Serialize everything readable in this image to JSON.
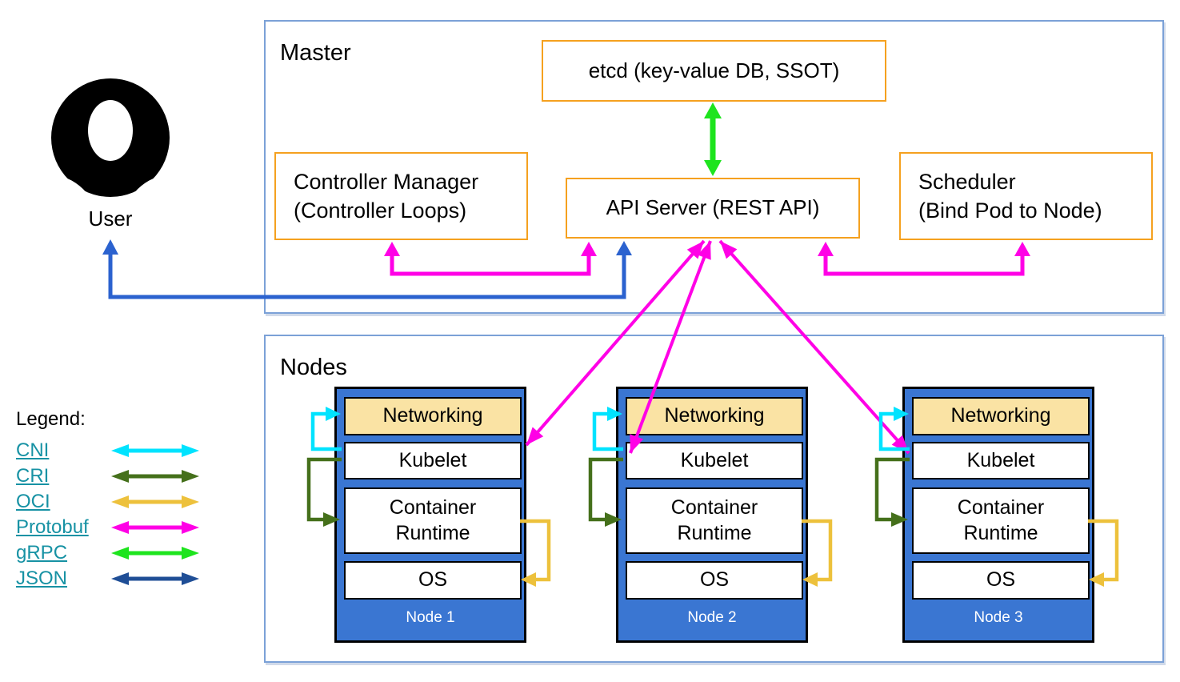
{
  "user": {
    "label": "User"
  },
  "master": {
    "title": "Master",
    "etcd_label": "etcd (key-value DB, SSOT)",
    "api_server_label": "API Server (REST API)",
    "controller_manager": {
      "line1": "Controller Manager",
      "line2": "(Controller Loops)"
    },
    "scheduler": {
      "line1": "Scheduler",
      "line2": "(Bind Pod to Node)"
    }
  },
  "nodes": {
    "title": "Nodes",
    "layers": {
      "networking": "Networking",
      "kubelet": "Kubelet",
      "container_runtime": "Container Runtime",
      "os": "OS"
    },
    "items": [
      {
        "name": "Node 1"
      },
      {
        "name": "Node 2"
      },
      {
        "name": "Node 3"
      }
    ]
  },
  "legend": {
    "title": "Legend:",
    "items": [
      {
        "label": "CNI",
        "color": "#00e3ff"
      },
      {
        "label": "CRI",
        "color": "#45701b"
      },
      {
        "label": "OCI",
        "color": "#edc13c"
      },
      {
        "label": "Protobuf",
        "color": "#ff00e6"
      },
      {
        "label": "gRPC",
        "color": "#1ee41e"
      },
      {
        "label": "JSON",
        "color": "#1f4e96"
      }
    ]
  },
  "colors": {
    "cni": "#00e3ff",
    "cri": "#45701b",
    "oci": "#edc13c",
    "protobuf": "#ff00e6",
    "grpc": "#1ee41e",
    "json": "#1f4e96",
    "user_arrow": "#2b62cf",
    "box_border_orange": "#f5a11f",
    "frame_border_blue": "#7ba1d7",
    "node_fill_blue": "#3a76d2",
    "networking_fill": "#fae3a4",
    "legend_link": "#1792a4"
  }
}
